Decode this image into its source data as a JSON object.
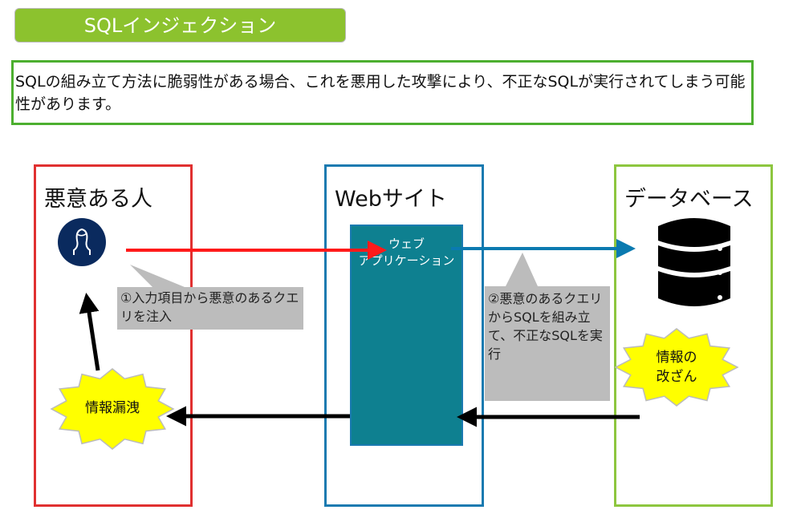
{
  "title": "SQLインジェクション",
  "description": "SQLの組み立て方法に脆弱性がある場合、これを悪用した攻撃により、不正なSQLが実行されてしまう可能性があります。",
  "columns": {
    "attacker": "悪意ある人",
    "website": "Webサイト",
    "database": "データベース"
  },
  "app": {
    "line1": "ウェブ",
    "line2": "アプリケーション"
  },
  "callouts": {
    "step1": "①入力項目から悪意のあるクエリを注入",
    "step2": "②悪意のあるクエリからSQLを組み立て、不正なSQLを実行"
  },
  "bursts": {
    "leak": "情報漏洩",
    "tamper_line1": "情報の",
    "tamper_line2": "改ざん"
  },
  "colors": {
    "red": "#ff1a1a",
    "blue": "#0a7ab0",
    "teal": "#0e8090",
    "green": "#8cc22e"
  }
}
